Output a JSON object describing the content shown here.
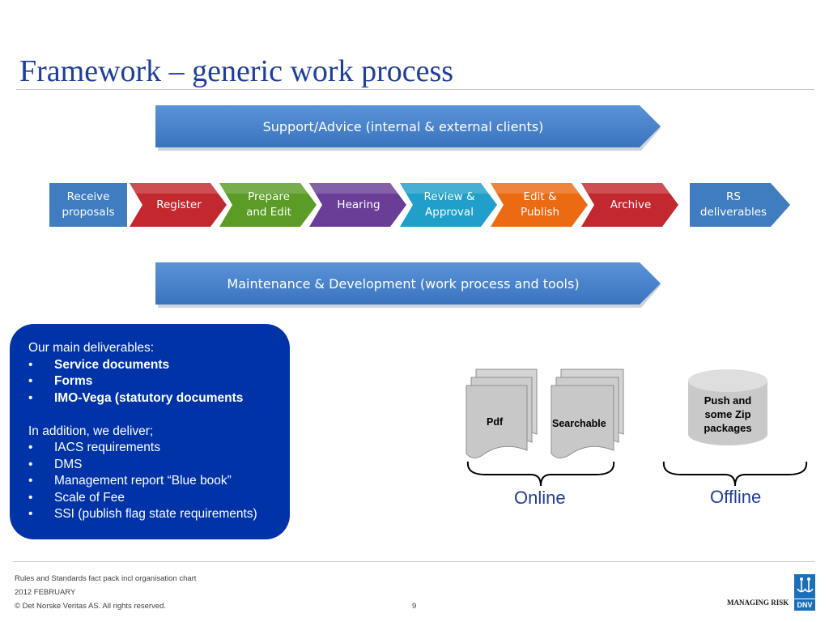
{
  "title": "Framework – generic work process",
  "banners": {
    "support": "Support/Advice (internal & external clients)",
    "maintenance": "Maintenance & Development (work process and tools)"
  },
  "process": {
    "start": [
      "Receive",
      "proposals"
    ],
    "steps": [
      {
        "lines": [
          "Register"
        ],
        "color": "#c2282e"
      },
      {
        "lines": [
          "Prepare",
          "and Edit"
        ],
        "color": "#5a9c26"
      },
      {
        "lines": [
          "Hearing"
        ],
        "color": "#6a3e97"
      },
      {
        "lines": [
          "Review &",
          "Approval"
        ],
        "color": "#1f9fc9"
      },
      {
        "lines": [
          "Edit &",
          "Publish"
        ],
        "color": "#ec6a12"
      },
      {
        "lines": [
          "Archive"
        ],
        "color": "#c2282e"
      }
    ],
    "end": [
      "RS",
      "deliverables"
    ],
    "box_color": "#3f7cc0"
  },
  "deliverables": {
    "heading": "Our main deliverables:",
    "main": [
      "Service documents",
      "Forms",
      "IMO-Vega (statutory documents"
    ],
    "addition_heading": "In addition, we deliver;",
    "additional": [
      "IACS requirements",
      "DMS",
      "Management report “Blue book”",
      "Scale of Fee",
      "SSI (publish flag state requirements)"
    ],
    "bullet": "•"
  },
  "outputs": {
    "pdf": "Pdf",
    "searchable": "Searchable",
    "packages": [
      "Push and",
      "some Zip",
      "packages"
    ],
    "online": "Online",
    "offline": "Offline"
  },
  "footer": {
    "line1": "Rules and Standards fact pack incl organisation chart",
    "line2": "2012 FEBRUARY",
    "line3": "© Det Norske Veritas AS. All rights reserved.",
    "page": "9",
    "tagline": "MANAGING RISK",
    "logo": "DNV"
  }
}
